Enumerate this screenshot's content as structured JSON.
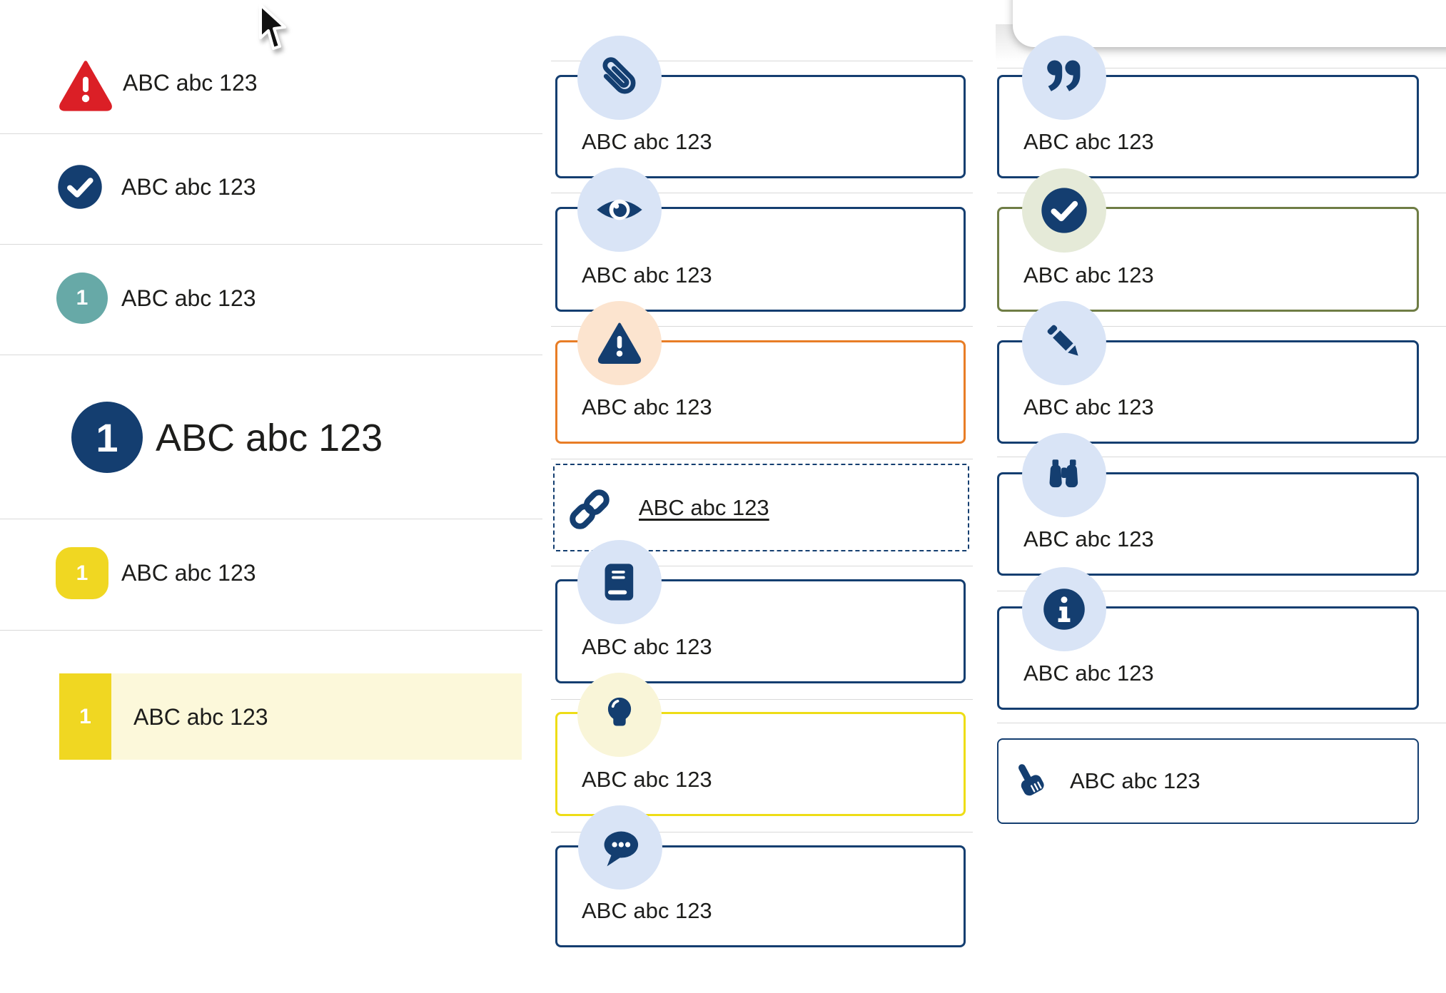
{
  "app": {
    "description": "Component style sheet with status list items and callout cards"
  },
  "colors": {
    "navy": "#143e70",
    "red": "#db1f26",
    "teal": "#67a9a7",
    "yellow_badge": "#f0d722",
    "yellow_border": "#eedd16",
    "orange_border": "#e87d26",
    "olive_border": "#6f7d45",
    "icon_bg_blue": "#d9e4f6",
    "icon_bg_peach": "#fce4cf",
    "icon_bg_pale_yellow": "#f9f5d8",
    "icon_bg_pale_green": "#e5ead8",
    "row_highlight": "#fcf8da",
    "divider": "#d9d9d9",
    "text": "#1d1d1b"
  },
  "cursor": {
    "icon": "mouse-arrow-icon"
  },
  "left_list": {
    "items": [
      {
        "icon": "alert-triangle-icon",
        "label": "ABC abc 123"
      },
      {
        "icon": "check-circle-icon",
        "label": "ABC abc 123"
      },
      {
        "icon": "step-badge-teal",
        "number": "1",
        "label": "ABC abc 123"
      },
      {
        "icon": "step-badge-navy-large",
        "number": "1",
        "label": "ABC abc 123",
        "style": "heading"
      },
      {
        "icon": "step-badge-yellow",
        "number": "1",
        "label": "ABC abc 123"
      },
      {
        "icon": "step-badge-yellow-selected",
        "number": "1",
        "label": "ABC abc 123",
        "style": "highlighted"
      }
    ]
  },
  "middle_cards": [
    {
      "icon": "paperclip-icon",
      "label": "ABC abc 123",
      "border": "navy"
    },
    {
      "icon": "eye-icon",
      "label": "ABC abc 123",
      "border": "navy"
    },
    {
      "icon": "warning-icon",
      "label": "ABC abc 123",
      "border": "orange"
    },
    {
      "icon": "link-icon",
      "label": "ABC abc 123",
      "border": "dashed-navy",
      "link": true
    },
    {
      "icon": "book-icon",
      "label": "ABC abc 123",
      "border": "navy"
    },
    {
      "icon": "lightbulb-icon",
      "label": "ABC abc 123",
      "border": "yellow"
    },
    {
      "icon": "chat-icon",
      "label": "ABC abc 123",
      "border": "navy"
    }
  ],
  "right_cards": [
    {
      "icon": "quote-icon",
      "label": "ABC abc 123",
      "border": "navy"
    },
    {
      "icon": "check-circle-icon",
      "label": "ABC abc 123",
      "border": "olive"
    },
    {
      "icon": "pencil-icon",
      "label": "ABC abc 123",
      "border": "navy"
    },
    {
      "icon": "binoculars-icon",
      "label": "ABC abc 123",
      "border": "navy"
    },
    {
      "icon": "info-icon",
      "label": "ABC abc 123",
      "border": "navy"
    },
    {
      "icon": "hand-pointer-icon",
      "label": "ABC abc 123",
      "border": "navy-thin"
    }
  ]
}
